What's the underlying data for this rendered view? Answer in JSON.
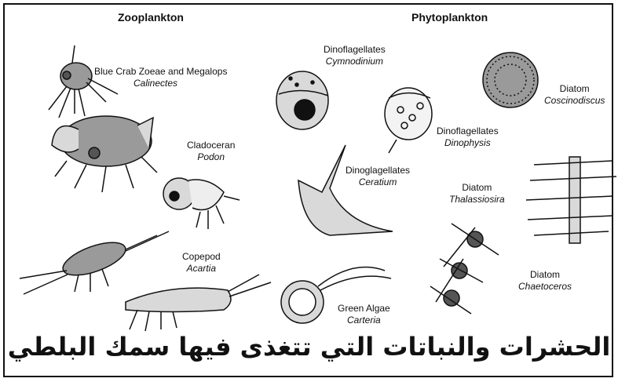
{
  "headings": {
    "zoo": "Zooplankton",
    "phyto": "Phytoplankton"
  },
  "zooplankton": [
    {
      "common": "Blue Crab Zoeae and Megalops",
      "scientific": "Calinectes"
    },
    {
      "common": "Cladoceran",
      "scientific": "Podon"
    },
    {
      "common": "Copepod",
      "scientific": "Acartia"
    }
  ],
  "phytoplankton": [
    {
      "common": "Dinoflagellates",
      "scientific": "Cymnodinium"
    },
    {
      "common": "Diatom",
      "scientific": "Coscinodiscus"
    },
    {
      "common": "Dinoflagellates",
      "scientific": "Dinophysis"
    },
    {
      "common": "Dinoglagellates",
      "scientific": "Ceratium"
    },
    {
      "common": "Diatom",
      "scientific": "Thalassiosira"
    },
    {
      "common": "Diatom",
      "scientific": "Chaetoceros"
    },
    {
      "common": "Green Algae",
      "scientific": "Carteria"
    }
  ],
  "caption": "الحشرات والنباتات التي تتغذى فيها سمك البلطي",
  "colors": {
    "ink": "#111111",
    "fill_light": "#d9d9d9",
    "fill_mid": "#9a9a9a",
    "fill_dark": "#555555"
  }
}
